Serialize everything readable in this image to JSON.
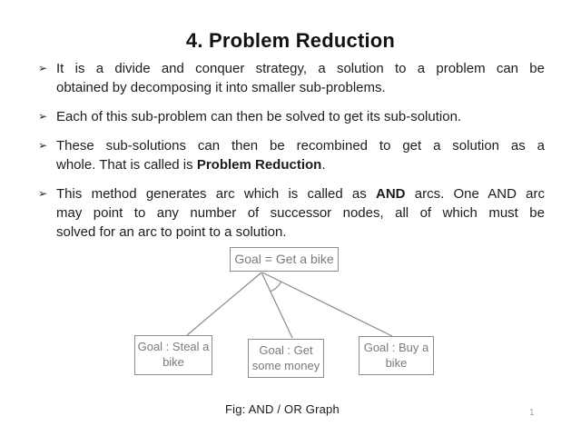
{
  "slide": {
    "title": "4. Problem Reduction",
    "bullet_marker": "➢",
    "bullets": [
      {
        "lines": [
          {
            "pre": "It is a divide and conquer strategy, a solution to a problem can be",
            "bold": "",
            "post": ""
          },
          {
            "pre": "obtained by decomposing it into smaller sub-problems.",
            "bold": "",
            "post": ""
          }
        ]
      },
      {
        "lines": [
          {
            "pre": "Each of this sub-problem can then be solved to get its sub-solution.",
            "bold": "",
            "post": ""
          }
        ]
      },
      {
        "lines": [
          {
            "pre": "These sub-solutions can then be recombined to get a solution as a",
            "bold": "",
            "post": ""
          },
          {
            "pre": "whole. That is called is ",
            "bold": "Problem Reduction",
            "post": "."
          }
        ]
      },
      {
        "lines": [
          {
            "pre": "This method generates arc which is called as ",
            "bold": "AND",
            "post": " arcs. One AND arc"
          },
          {
            "pre": "may point to any number of successor nodes, all of which must be",
            "bold": "",
            "post": ""
          },
          {
            "pre": "solved for an arc to point to a solution.",
            "bold": "",
            "post": ""
          }
        ]
      }
    ],
    "page_number": "1"
  },
  "diagram": {
    "root_label": "Goal = Get a bike",
    "children": [
      {
        "label": "Goal : Steal a bike"
      },
      {
        "label": "Goal : Get some money"
      },
      {
        "label": "Goal : Buy a bike"
      }
    ],
    "caption": "Fig: AND / OR Graph",
    "line_color": "#8a8a8a"
  }
}
